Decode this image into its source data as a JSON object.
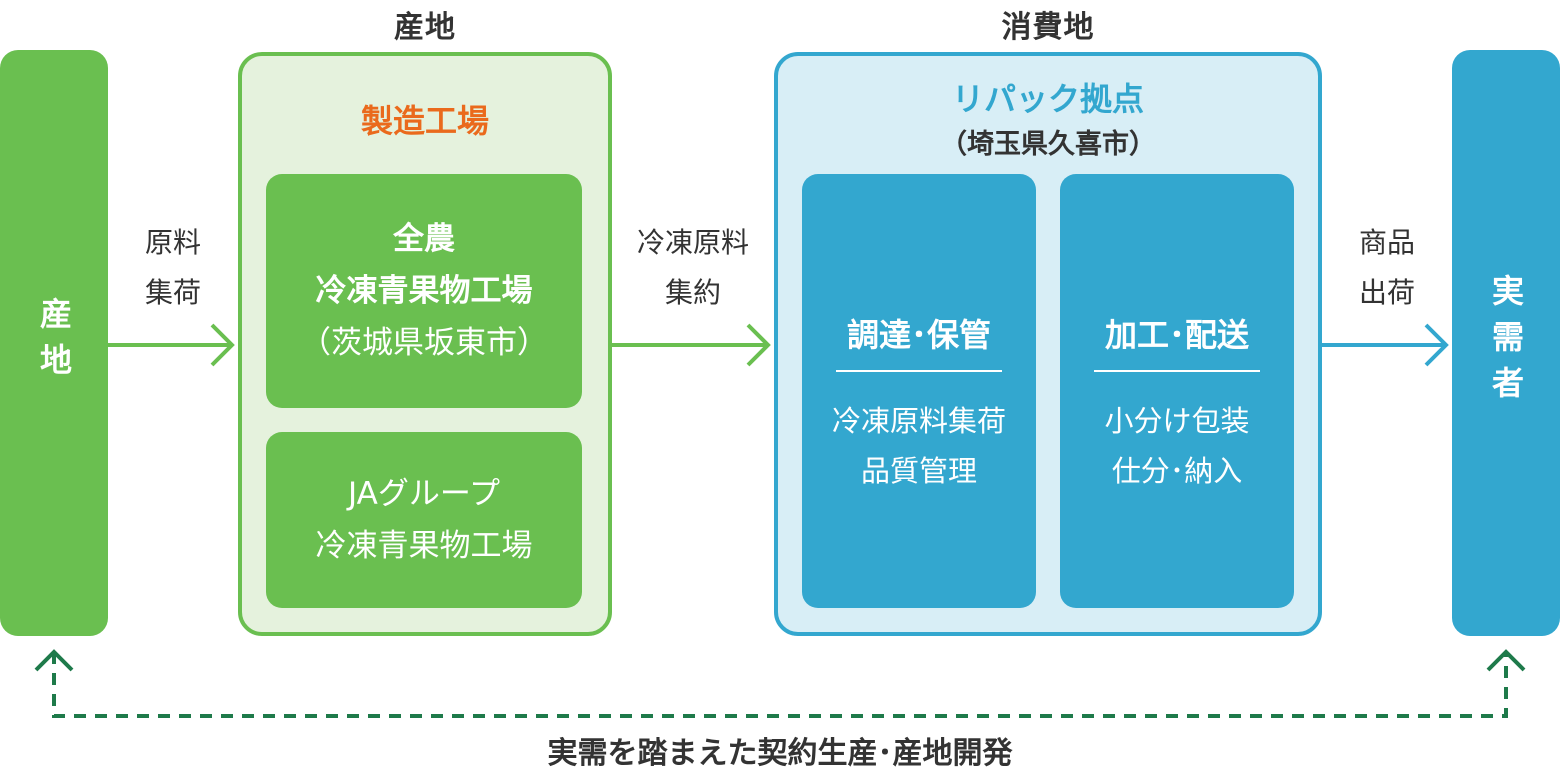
{
  "headers": {
    "production": "産地",
    "consumption": "消費地"
  },
  "columns": {
    "left": "産地",
    "right": "実需者"
  },
  "flows": {
    "raw_collection": [
      "原料",
      "集荷"
    ],
    "frozen_consolidation": [
      "冷凍原料",
      "集約"
    ],
    "product_shipment": [
      "商品",
      "出荷"
    ]
  },
  "factory_panel": {
    "title": "製造工場",
    "box1": {
      "lines": [
        "全農",
        "冷凍青果物工場",
        "（茨城県坂東市）"
      ]
    },
    "box2": {
      "lines": [
        "JAグループ",
        "冷凍青果物工場"
      ]
    }
  },
  "repack_panel": {
    "title": "リパック拠点",
    "subtitle": "（埼玉県久喜市）",
    "box1": {
      "title": "調達･保管",
      "lines": [
        "冷凍原料集荷",
        "品質管理"
      ]
    },
    "box2": {
      "title": "加工･配送",
      "lines": [
        "小分け包装",
        "仕分･納入"
      ]
    }
  },
  "footer": "実需を踏まえた契約生産･産地開発",
  "colors": {
    "green": "#6abf50",
    "green_light": "#e5f2dd",
    "blue": "#33a7cf",
    "blue_light": "#d8eef6",
    "orange": "#ea6a1c",
    "dashed_green": "#1e7a4a"
  }
}
